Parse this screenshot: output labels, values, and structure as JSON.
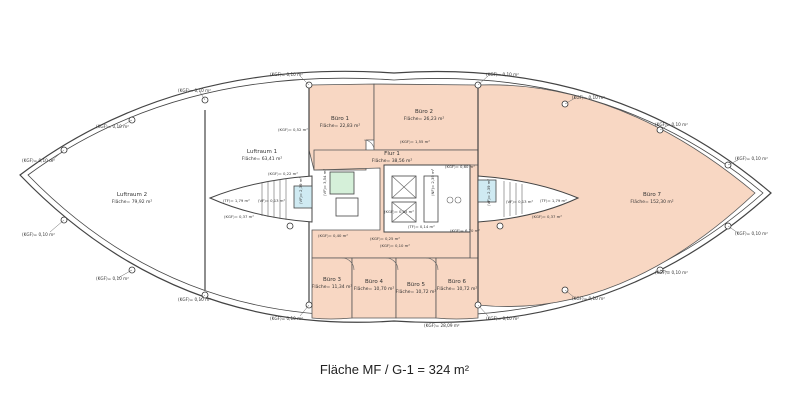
{
  "caption": "Fläche MF / G-1 = 324 m²",
  "colors": {
    "office_fill": "#f8d7c3",
    "airspace_fill": "#ffffff",
    "sanitary_fill": "#d5f0d9",
    "stair_fill": "#cfeaf2",
    "wall": "#444444"
  },
  "rooms": {
    "buero1": {
      "name": "Büro 1",
      "area": "Fläche= 22,83 m²"
    },
    "buero2": {
      "name": "Büro 2",
      "area": "Fläche= 26,23 m²"
    },
    "buero3": {
      "name": "Büro 3",
      "area": "Fläche= 11,34 m²"
    },
    "buero4": {
      "name": "Büro 4",
      "area": "Fläche= 10,70 m²"
    },
    "buero5": {
      "name": "Büro 5",
      "area": "Fläche= 10,72 m²"
    },
    "buero6": {
      "name": "Büro 6",
      "area": "Fläche= 10,72 m²"
    },
    "buero7": {
      "name": "Büro 7",
      "area": "Fläche= 152,30 m²"
    },
    "flur1": {
      "name": "Flur 1",
      "area": "Fläche= 38,56 m²"
    },
    "luftraum1": {
      "name": "Luftraum 1",
      "area": "Fläche= 63,41 m²"
    },
    "luftraum2": {
      "name": "Luftraum 2",
      "area": "Fläche= 79,92 m²"
    }
  },
  "area_tags": {
    "kgf": "(KGF)= 0,10 m²",
    "buero_bottom": "(KGF)= 28,09 m²",
    "vf_left": "(VF)= 0,13 m²",
    "tf_left": "(TF)= 1,79 m²",
    "vf_right": "(VF)= 0,13 m²",
    "tf_right": "(TF)= 1,79 m²",
    "kgf_052": "(KGF)= 0,52 m²",
    "kgf_022": "(KGF)= 0,22 m²",
    "kgf_037_left": "(KGF)= 0,37 m²",
    "kgf_037_right": "(KGF)= 0,37 m²",
    "kgf_040": "(KGF)= 0,40 m²",
    "kgf_155": "(KGF)= 1,55 m²",
    "kgf_060": "(KGF)= 0,60 m²",
    "kgf_005": "(KGF)= 0,05 m²",
    "tf_014": "(TF)= 0,14 m²",
    "kgf_025": "(KGF)= 0,25 m²",
    "kgf_070": "(KGF)= 6,70 m²",
    "vf_1": "(VF)= 2,39 m²",
    "vf_2": "(VF)= 2,39 m²",
    "wc_1": "(VF)= 3,54 m²",
    "wc_2": "(NF)= 2,39 m²"
  }
}
